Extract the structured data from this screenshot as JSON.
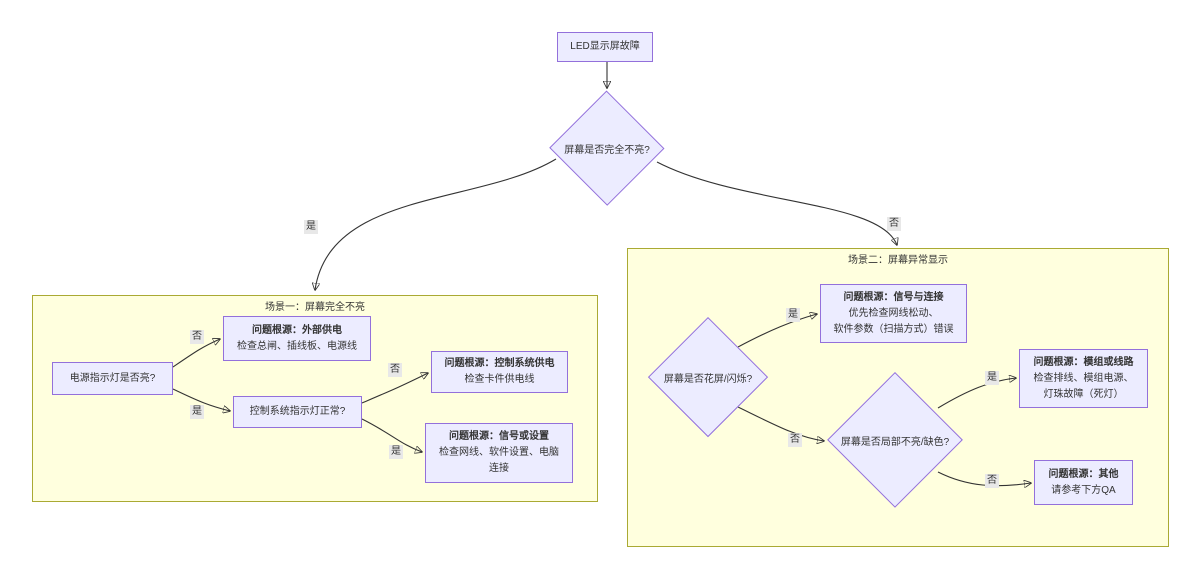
{
  "colors": {
    "node_fill": "#ECECFF",
    "node_border": "#9370DB",
    "container_fill": "#FFFFDE",
    "container_border": "#AAAA33",
    "edge": "#333333",
    "label_bg": "#E8E8E8",
    "text": "#333333",
    "background": "#FFFFFF"
  },
  "root": {
    "label": "LED显示屏故障"
  },
  "main_decision": {
    "label": "屏幕是否完全不亮?"
  },
  "edge_labels": {
    "yes": "是",
    "no": "否"
  },
  "scenario1": {
    "title": "场景一：屏幕完全不亮",
    "q_power": "电源指示灯是否亮?",
    "q_ctrl": "控制系统指示灯正常?",
    "cause_external": {
      "title": "问题根源：外部供电",
      "desc": "检查总闸、插线板、电源线"
    },
    "cause_ctrl_power": {
      "title": "问题根源：控制系统供电",
      "desc": "检查卡件供电线"
    },
    "cause_signal": {
      "title": "问题根源：信号或设置",
      "desc": "检查网线、软件设置、电脑\n连接"
    }
  },
  "scenario2": {
    "title": "场景二：屏幕异常显示",
    "q_flicker": "屏幕是否花屏/闪烁?",
    "q_partial": "屏幕是否局部不亮/缺色?",
    "cause_connection": {
      "title": "问题根源：信号与连接",
      "desc": "优先检查网线松动、\n软件参数（扫描方式）错误"
    },
    "cause_module": {
      "title": "问题根源：模组或线路",
      "desc": "检查排线、模组电源、\n灯珠故障（死灯）"
    },
    "cause_other": {
      "title": "问题根源：其他",
      "desc": "请参考下方QA"
    }
  }
}
